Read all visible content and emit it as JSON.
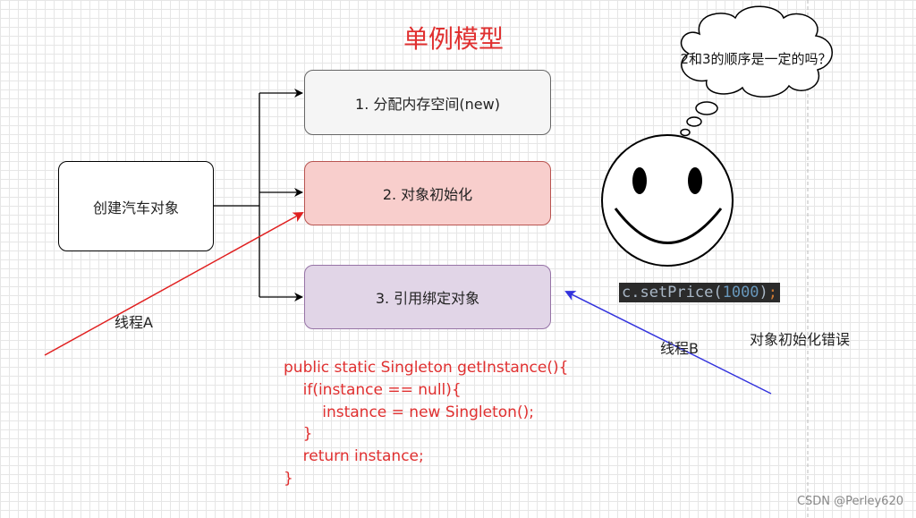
{
  "diagram": {
    "title": "单例模型",
    "create_label": "创建汽车对象",
    "step1": "1.  分配内存空间(new)",
    "step2": "2.  对象初始化",
    "step3": "3. 引用绑定对象",
    "thread_a": "线程A",
    "thread_b": "线程B",
    "thought": "2和3的顺序是一定的吗？",
    "error_note": "对象初始化错误",
    "snippet": {
      "obj": "c.setPrice(",
      "num": "1000",
      "close": ")",
      "semi": ";"
    },
    "code": "public static Singleton getInstance(){\n    if(instance == null){\n        instance = new Singleton();\n    }\n    return instance;\n}",
    "watermark": "CSDN @Perley620",
    "colors": {
      "title": "#e03030",
      "thread_a_arrow": "#e02020",
      "thread_b_arrow": "#3333dd",
      "init_fill": "#f8cecc",
      "ref_fill": "#e1d5e7",
      "alloc_fill": "#f5f5f5"
    }
  }
}
